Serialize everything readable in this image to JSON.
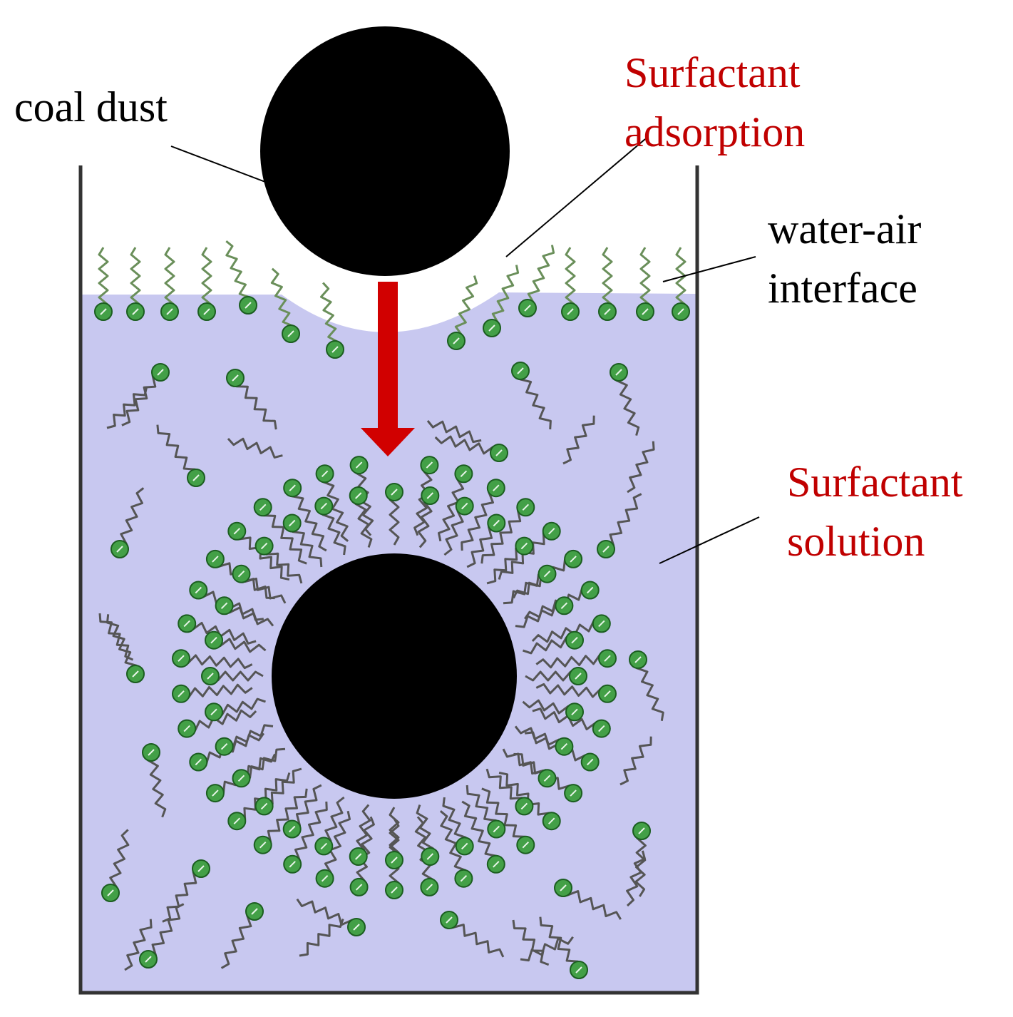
{
  "labels": {
    "coal_dust": "coal dust",
    "adsorption_line1": "Surfactant",
    "adsorption_line2": "adsorption",
    "interface_line1": "water-air",
    "interface_line2": "interface",
    "solution_line1": "Surfactant",
    "solution_line2": "solution"
  },
  "colors": {
    "label_black": "#000000",
    "label_red": "#c00000",
    "solution": "#c8c8f0",
    "head_fill": "#43a047",
    "head_edge": "#1b5e20",
    "tail_gray": "#555555",
    "tail_green": "#6a8f5a",
    "coal": "#000000",
    "arrow": "#d10000",
    "container": "#333333"
  }
}
